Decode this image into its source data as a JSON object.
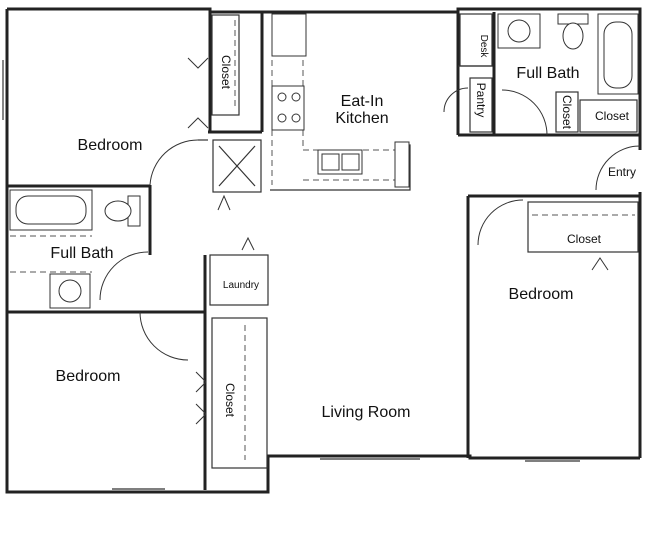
{
  "rooms": {
    "bedroom_nw": "Bedroom",
    "closet_nw": "Closet",
    "kitchen_line1": "Eat-In",
    "kitchen_line2": "Kitchen",
    "desk": "Desk",
    "pantry": "Pantry",
    "full_bath_ne": "Full Bath",
    "closet_ne_small": "Closet",
    "closet_ne": "Closet",
    "entry": "Entry",
    "full_bath_w": "Full Bath",
    "laundry": "Laundry",
    "closet_e": "Closet",
    "bedroom_e": "Bedroom",
    "bedroom_sw": "Bedroom",
    "closet_sw": "Closet",
    "living_room": "Living Room"
  }
}
